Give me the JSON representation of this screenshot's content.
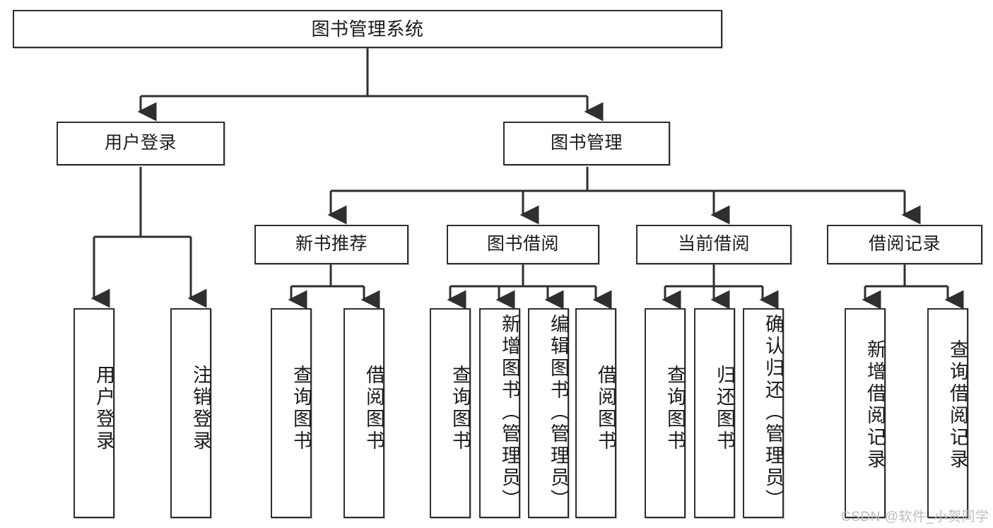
{
  "diagram": {
    "title": "图书管理系统",
    "background_color": "#ffffff",
    "border_color": "#2f2f2f",
    "text_color": "#1b1b1b",
    "watermark": "CSDN @软件_小贺同学"
  },
  "nodes": {
    "root": {
      "label": "图书管理系统"
    },
    "tier2": [
      {
        "label": "用户登录"
      },
      {
        "label": "图书管理"
      }
    ],
    "tier3": [
      {
        "label": "新书推荐"
      },
      {
        "label": "图书借阅"
      },
      {
        "label": "当前借阅"
      },
      {
        "label": "借阅记录"
      }
    ],
    "leaves_user_login": [
      {
        "label": "用户登录"
      },
      {
        "label": "注销登录"
      }
    ],
    "leaves_new_book": [
      {
        "label": "查询图书"
      },
      {
        "label": "借阅图书"
      }
    ],
    "leaves_book_borrow": [
      {
        "label": "查询图书"
      },
      {
        "label": "新增图书（管理员）"
      },
      {
        "label": "编辑图书（管理员）"
      },
      {
        "label": "借阅图书"
      }
    ],
    "leaves_current_borrow": [
      {
        "label": "查询图书"
      },
      {
        "label": "归还图书"
      },
      {
        "label": "确认归还（管理员）"
      }
    ],
    "leaves_borrow_record": [
      {
        "label": "新增借阅记录"
      },
      {
        "label": "查询借阅记录"
      }
    ]
  },
  "chart_data": {
    "type": "table",
    "title": "图书管理系统 功能结构图",
    "hierarchy": {
      "name": "图书管理系统",
      "children": [
        {
          "name": "用户登录",
          "children": [
            {
              "name": "用户登录"
            },
            {
              "name": "注销登录"
            }
          ]
        },
        {
          "name": "图书管理",
          "children": [
            {
              "name": "新书推荐",
              "children": [
                {
                  "name": "查询图书"
                },
                {
                  "name": "借阅图书"
                }
              ]
            },
            {
              "name": "图书借阅",
              "children": [
                {
                  "name": "查询图书"
                },
                {
                  "name": "新增图书（管理员）"
                },
                {
                  "name": "编辑图书（管理员）"
                },
                {
                  "name": "借阅图书"
                }
              ]
            },
            {
              "name": "当前借阅",
              "children": [
                {
                  "name": "查询图书"
                },
                {
                  "name": "归还图书"
                },
                {
                  "name": "确认归还（管理员）"
                }
              ]
            },
            {
              "name": "借阅记录",
              "children": [
                {
                  "name": "新增借阅记录"
                },
                {
                  "name": "查询借阅记录"
                }
              ]
            }
          ]
        }
      ]
    }
  }
}
